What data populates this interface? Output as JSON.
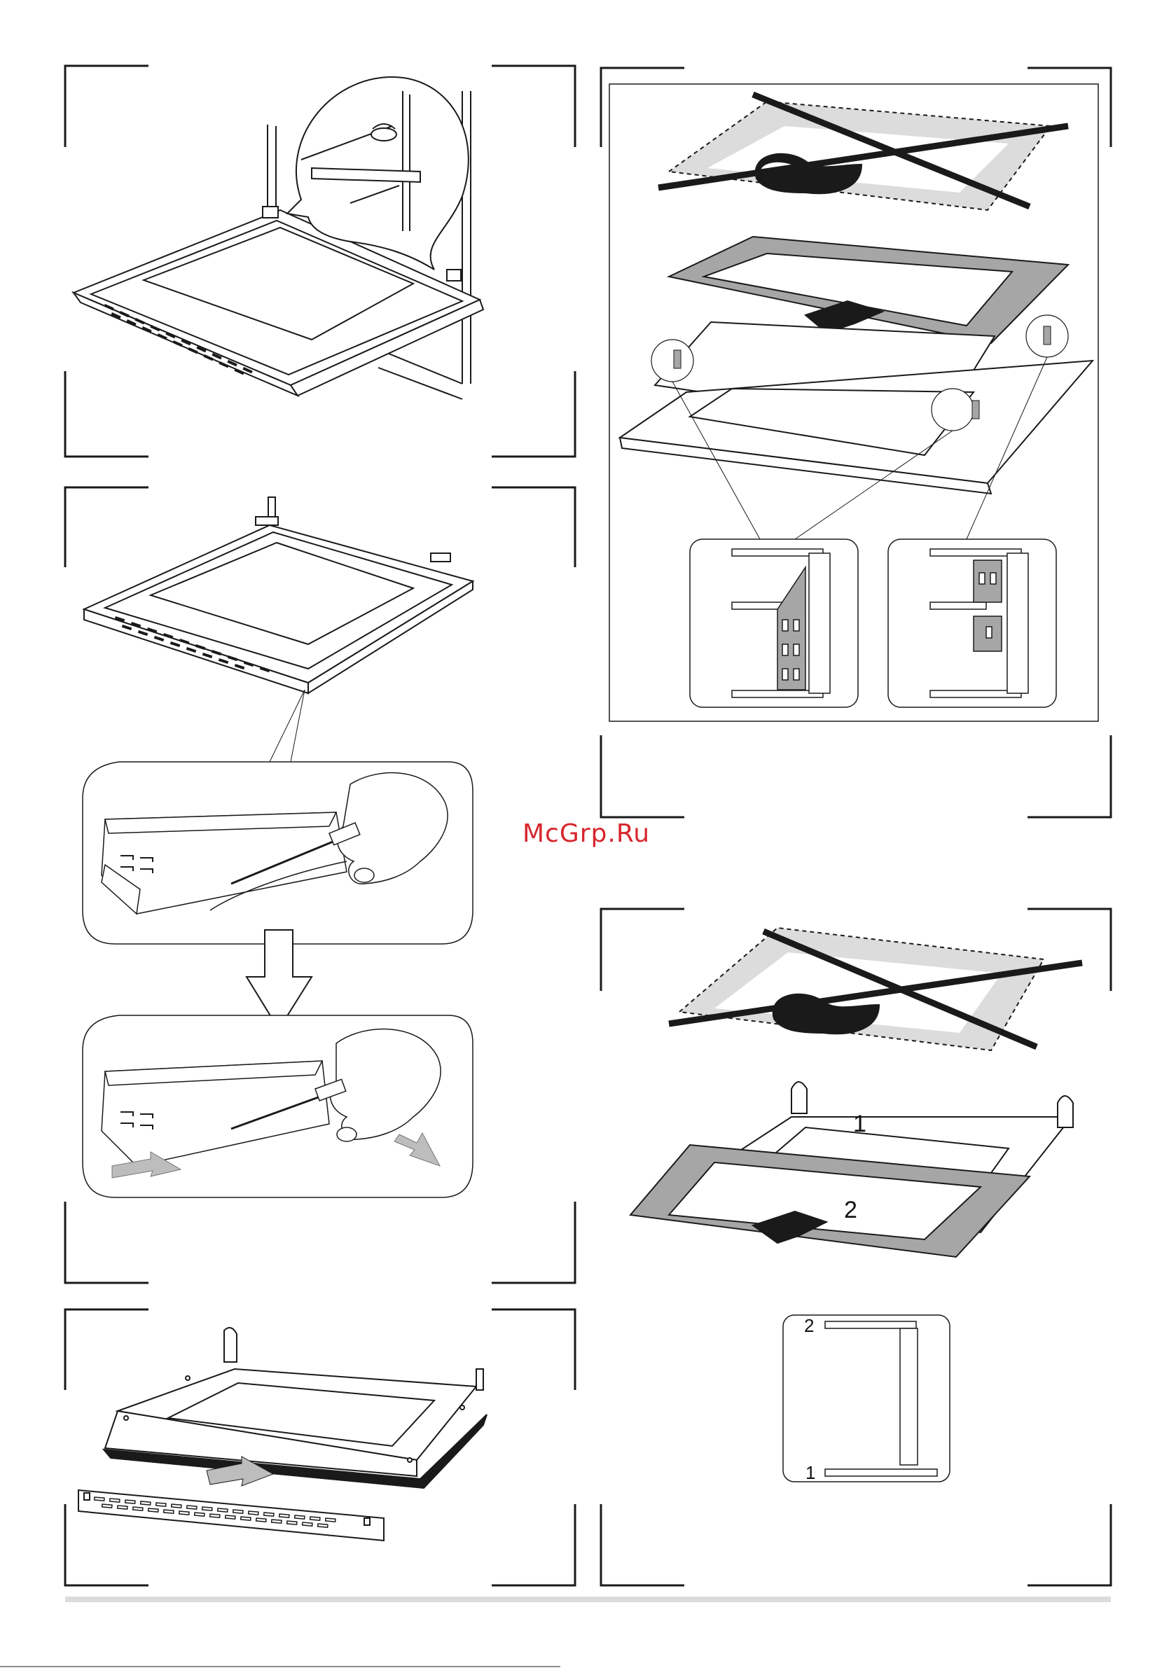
{
  "watermark": "McGrp.Ru",
  "labels": {
    "step_1": "1",
    "step_2": "2",
    "detail_2": "2",
    "detail_1": "1"
  },
  "colors": {
    "ink": "#1a1a1a",
    "panel_gray": "#a6a6a6",
    "light_gray": "#dcdcdc",
    "watermark_red": "#d7262d"
  }
}
